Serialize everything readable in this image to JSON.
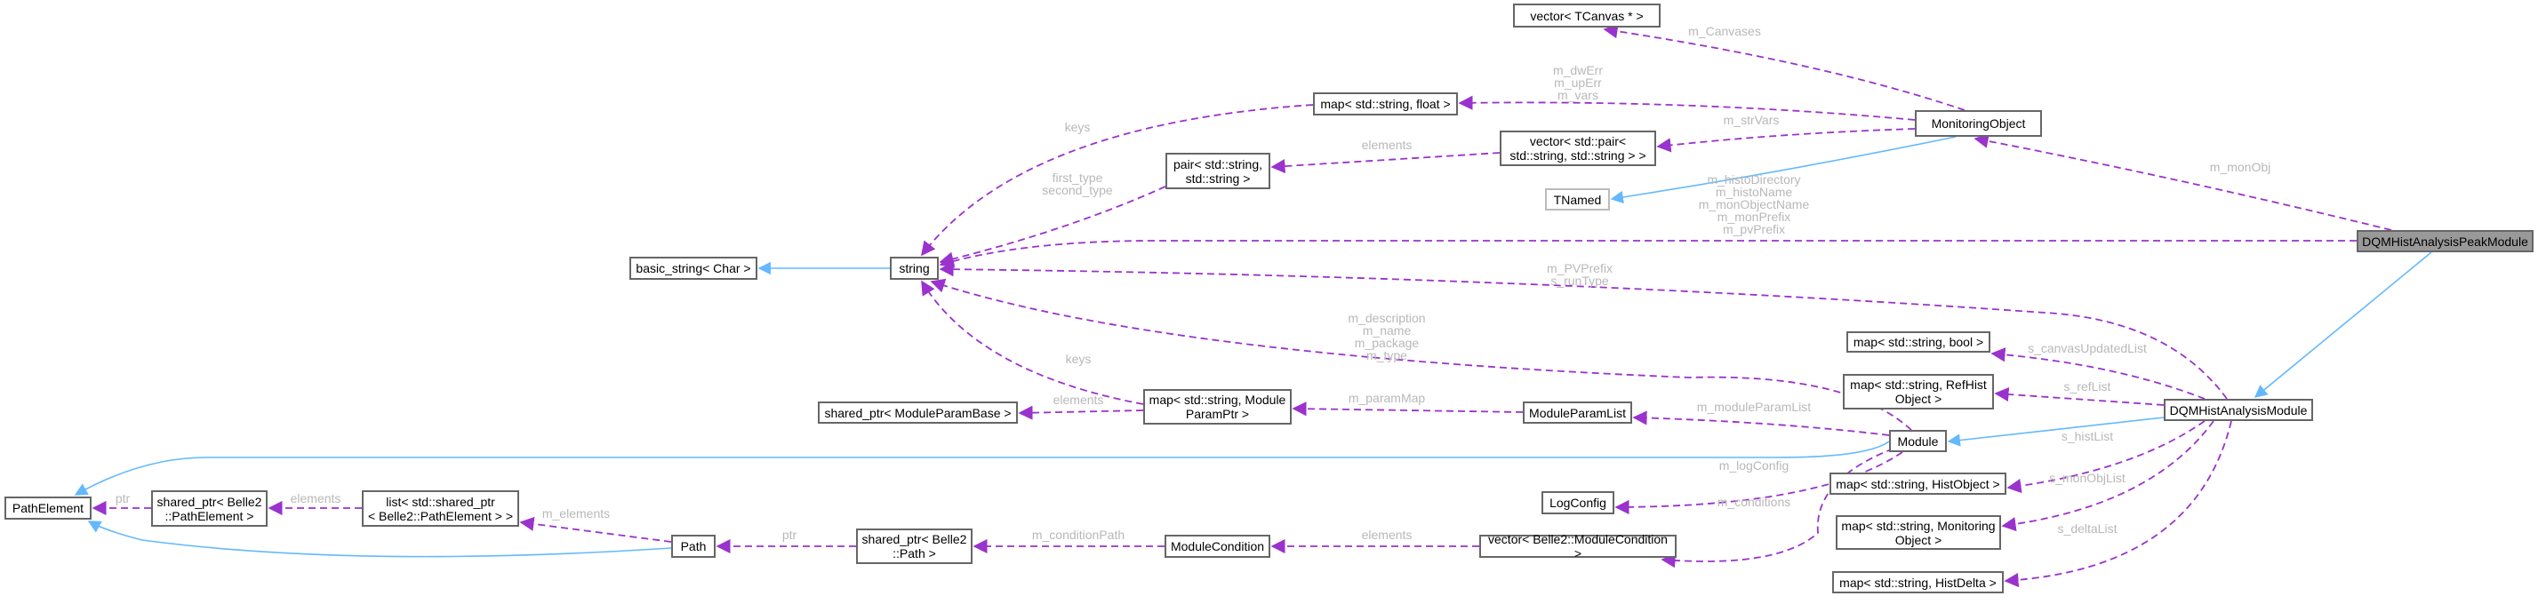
{
  "title": "DQMHistAnalysisPeakModule",
  "colors": {
    "usage_edge": "#9a32cd",
    "inherit_edge": "#63b8ff",
    "focus_fill": "#999999"
  },
  "nodes": {
    "vecCanvas": {
      "label": "vector< TCanvas * >"
    },
    "monObj": {
      "label": "MonitoringObject"
    },
    "mapFloat": {
      "label": "map< std::string, float >"
    },
    "vecPair": {
      "label": "vector< std::pair<\nstd::string, std::string > >"
    },
    "pair": {
      "label": "pair< std::string,\nstd::string >"
    },
    "tnamed": {
      "label": "TNamed"
    },
    "string": {
      "label": "string"
    },
    "basicString": {
      "label": "basic_string< Char >"
    },
    "peak": {
      "label": "DQMHistAnalysisPeakModule"
    },
    "dqmHam": {
      "label": "DQMHistAnalysisModule"
    },
    "mapBool": {
      "label": "map< std::string, bool >"
    },
    "mapRef": {
      "label": "map< std::string, RefHist\nObject >"
    },
    "module": {
      "label": "Module"
    },
    "mapHist": {
      "label": "map< std::string, HistObject >"
    },
    "mapMon": {
      "label": "map< std::string, Monitoring\nObject >"
    },
    "mapDelta": {
      "label": "map< std::string, HistDelta >"
    },
    "pathElement": {
      "label": "PathElement"
    },
    "spPathElement": {
      "label": "shared_ptr< Belle2\n::PathElement >"
    },
    "listSp": {
      "label": "list< std::shared_ptr\n< Belle2::PathElement > >"
    },
    "path": {
      "label": "Path"
    },
    "spPath": {
      "label": "shared_ptr< Belle2\n::Path >"
    },
    "spParamBase": {
      "label": "shared_ptr< ModuleParamBase >"
    },
    "mapParamPtr": {
      "label": "map< std::string, Module\nParamPtr >"
    },
    "paramList": {
      "label": "ModuleParamList"
    },
    "logConfig": {
      "label": "LogConfig"
    },
    "modCond": {
      "label": "ModuleCondition"
    },
    "vecModCond": {
      "label": "vector< Belle2::ModuleCondition >"
    }
  },
  "edges": [
    {
      "from": "monObj",
      "to": "vecCanvas",
      "kind": "usage",
      "labels": [
        "m_Canvases"
      ]
    },
    {
      "from": "monObj",
      "to": "mapFloat",
      "kind": "usage",
      "labels": [
        "m_dwErr",
        "m_upErr",
        "m_vars"
      ]
    },
    {
      "from": "monObj",
      "to": "vecPair",
      "kind": "usage",
      "labels": [
        "m_strVars"
      ]
    },
    {
      "from": "monObj",
      "to": "tnamed",
      "kind": "inherit",
      "labels": []
    },
    {
      "from": "peak",
      "to": "monObj",
      "kind": "usage",
      "labels": [
        "m_monObj"
      ]
    },
    {
      "from": "peak",
      "to": "string",
      "kind": "usage",
      "labels": [
        "m_histoDirectory",
        "m_histoName",
        "m_monObjectName",
        "m_monPrefix",
        "m_pvPrefix"
      ]
    },
    {
      "from": "peak",
      "to": "dqmHam",
      "kind": "inherit",
      "labels": []
    },
    {
      "from": "dqmHam",
      "to": "string",
      "kind": "usage",
      "labels": [
        "m_PVPrefix",
        "s_runType"
      ]
    },
    {
      "from": "module",
      "to": "string",
      "kind": "usage",
      "labels": [
        "m_description",
        "m_name",
        "m_package",
        "m_type"
      ]
    },
    {
      "from": "mapParamPtr",
      "to": "string",
      "kind": "usage",
      "labels": [
        "keys"
      ]
    },
    {
      "from": "mapFloat",
      "to": "string",
      "kind": "usage",
      "labels": [
        "keys"
      ]
    },
    {
      "from": "pair",
      "to": "string",
      "kind": "usage",
      "labels": [
        "first_type",
        "second_type"
      ]
    },
    {
      "from": "vecPair",
      "to": "pair",
      "kind": "usage",
      "labels": [
        "elements"
      ]
    },
    {
      "from": "string",
      "to": "basicString",
      "kind": "inherit",
      "labels": []
    },
    {
      "from": "dqmHam",
      "to": "mapBool",
      "kind": "usage",
      "labels": [
        "s_canvasUpdatedList"
      ]
    },
    {
      "from": "dqmHam",
      "to": "mapRef",
      "kind": "usage",
      "labels": [
        "s_refList"
      ]
    },
    {
      "from": "dqmHam",
      "to": "module",
      "kind": "inherit",
      "labels": []
    },
    {
      "from": "dqmHam",
      "to": "mapHist",
      "kind": "usage",
      "labels": [
        "s_histList"
      ]
    },
    {
      "from": "dqmHam",
      "to": "mapMon",
      "kind": "usage",
      "labels": [
        "s_monObjList"
      ]
    },
    {
      "from": "dqmHam",
      "to": "mapDelta",
      "kind": "usage",
      "labels": [
        "s_deltaList"
      ]
    },
    {
      "from": "module",
      "to": "paramList",
      "kind": "usage",
      "labels": [
        "m_moduleParamList"
      ]
    },
    {
      "from": "module",
      "to": "logConfig",
      "kind": "usage",
      "labels": [
        "m_logConfig"
      ]
    },
    {
      "from": "module",
      "to": "vecModCond",
      "kind": "usage",
      "labels": [
        "m_conditions"
      ]
    },
    {
      "from": "module",
      "to": "pathElement",
      "kind": "inherit",
      "labels": []
    },
    {
      "from": "path",
      "to": "pathElement",
      "kind": "inherit",
      "labels": []
    },
    {
      "from": "spPathElement",
      "to": "pathElement",
      "kind": "usage",
      "labels": [
        "ptr"
      ]
    },
    {
      "from": "listSp",
      "to": "spPathElement",
      "kind": "usage",
      "labels": [
        "elements"
      ]
    },
    {
      "from": "path",
      "to": "listSp",
      "kind": "usage",
      "labels": [
        "m_elements"
      ]
    },
    {
      "from": "spPath",
      "to": "path",
      "kind": "usage",
      "labels": [
        "ptr"
      ]
    },
    {
      "from": "modCond",
      "to": "spPath",
      "kind": "usage",
      "labels": [
        "m_conditionPath"
      ]
    },
    {
      "from": "vecModCond",
      "to": "modCond",
      "kind": "usage",
      "labels": [
        "elements"
      ]
    },
    {
      "from": "mapParamPtr",
      "to": "spParamBase",
      "kind": "usage",
      "labels": [
        "elements"
      ]
    },
    {
      "from": "paramList",
      "to": "mapParamPtr",
      "kind": "usage",
      "labels": [
        "m_paramMap"
      ]
    }
  ]
}
